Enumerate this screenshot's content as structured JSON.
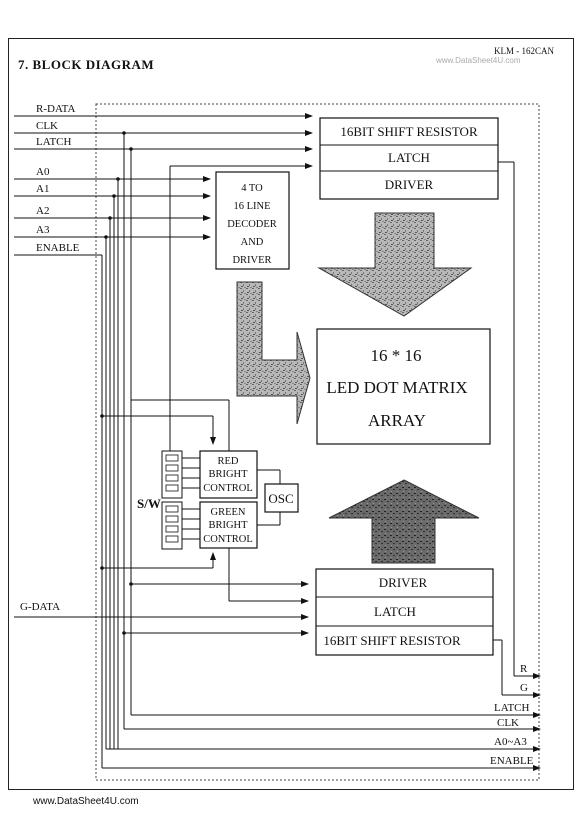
{
  "header": {
    "title": "7. BLOCK DIAGRAM",
    "model": "KLM - 162CAN",
    "watermark_top": "www.DataSheet4U.com"
  },
  "footer": {
    "watermark": "www.DataSheet4U.com"
  },
  "inputs": {
    "r_data": "R-DATA",
    "clk": "CLK",
    "latch": "LATCH",
    "a0": "A0",
    "a1": "A1",
    "a2": "A2",
    "a3": "A3",
    "enable": "ENABLE",
    "g_data": "G-DATA"
  },
  "top_block": {
    "shift": "16BIT SHIFT RESISTOR",
    "latch": "LATCH",
    "driver": "DRIVER"
  },
  "decoder": [
    "4 TO",
    "16 LINE",
    "DECODER",
    "AND",
    "DRIVER"
  ],
  "matrix": [
    "16 * 16",
    "LED DOT MATRIX",
    "ARRAY"
  ],
  "red_control": [
    "RED",
    "BRIGHT",
    "CONTROL"
  ],
  "green_control": [
    "GREEN",
    "BRIGHT",
    "CONTROL"
  ],
  "osc": "OSC",
  "switch_label": "S/W",
  "bottom_block": {
    "driver": "DRIVER",
    "latch": "LATCH",
    "shift": "16BIT SHIFT RESISTOR"
  },
  "outputs": {
    "r": "R",
    "g": "G",
    "latch": "LATCH",
    "clk": "CLK",
    "a0_a3": "A0~A3",
    "enable": "ENABLE"
  },
  "colors": {
    "line": "#111111",
    "arrow_fill": "#9a9a9a",
    "arrow_dark": "#555555"
  }
}
